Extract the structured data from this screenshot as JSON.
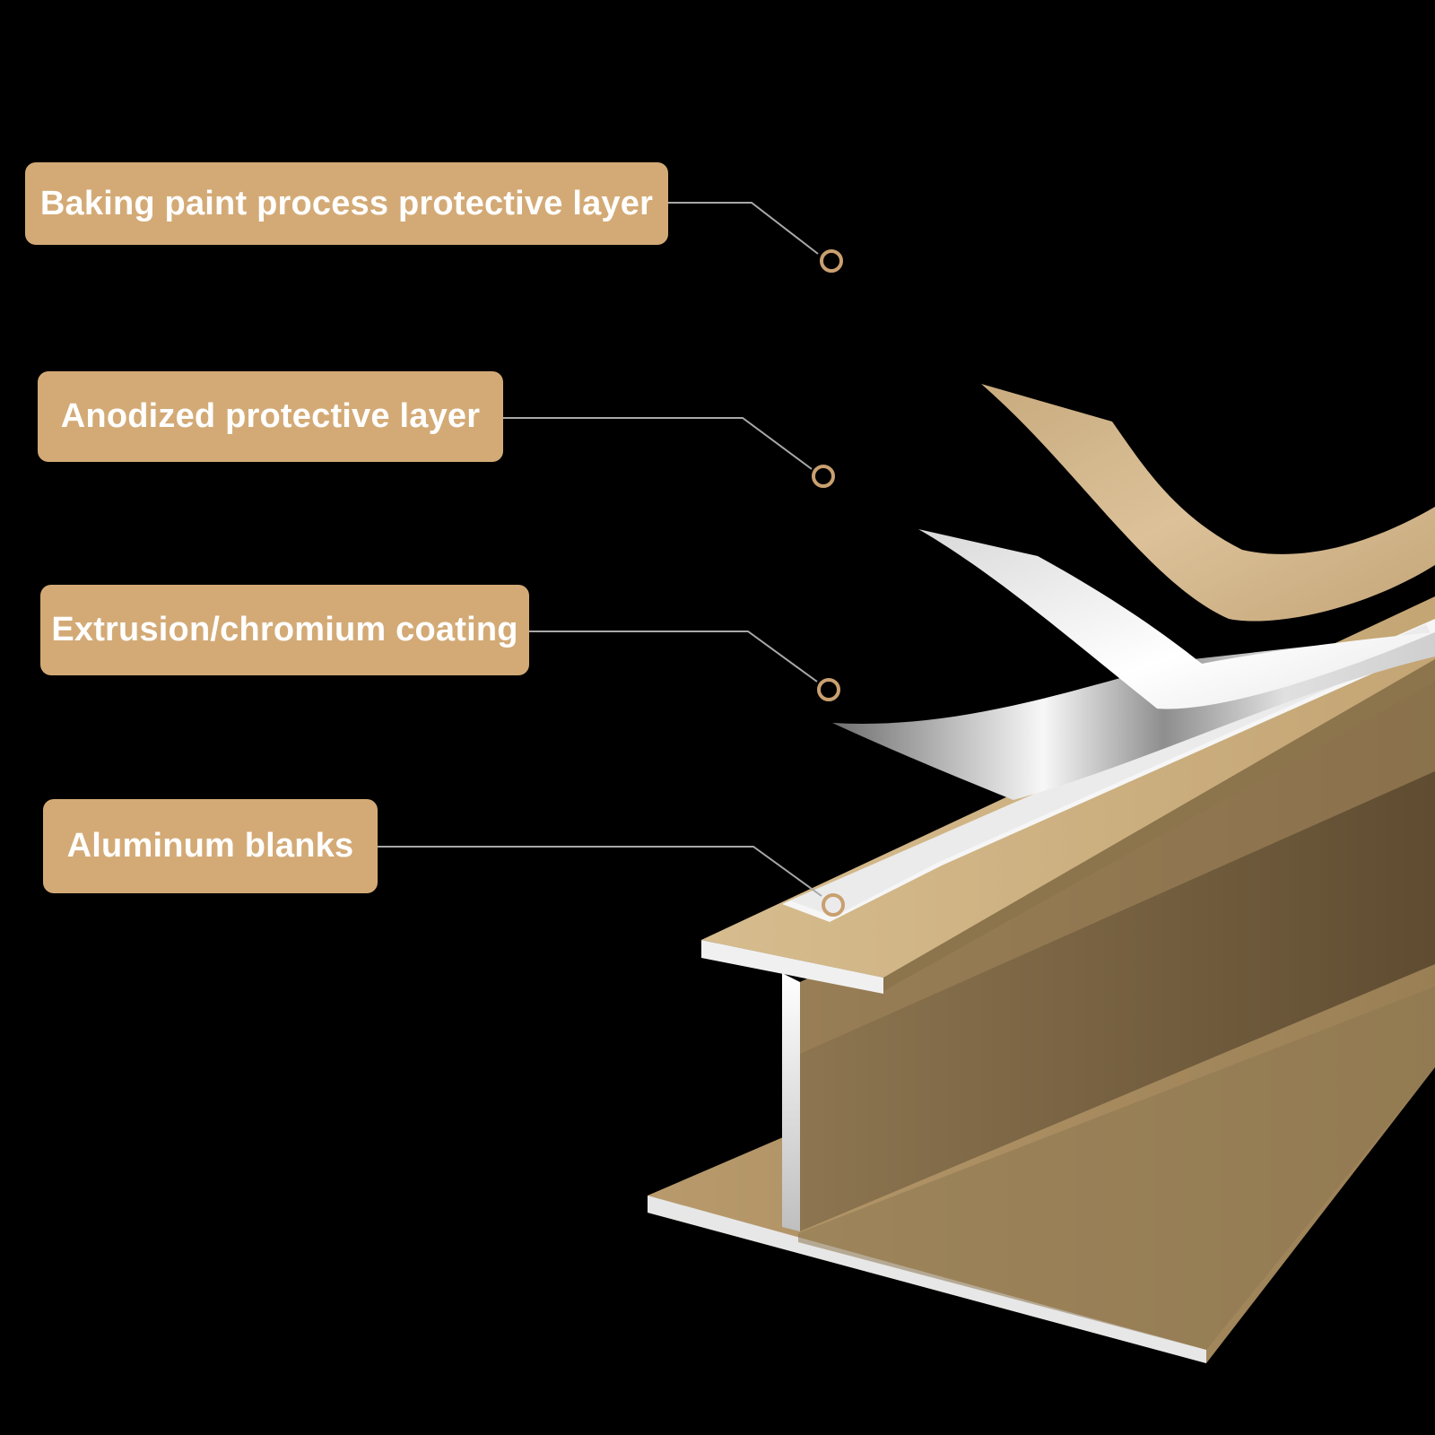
{
  "colors": {
    "background": "#000000",
    "label_fill": "#d3aa76",
    "label_text": "#ffffff",
    "leader_line": "#a8a8a8",
    "marker_ring": "#c9a070",
    "gold_light": "#c9ad7d",
    "gold_mid": "#a78a5c",
    "gold_dark": "#6f5a3a",
    "silver_light": "#f4f4f4",
    "silver_dark": "#7b7b7b"
  },
  "callouts": [
    {
      "text": "Baking paint process protective layer",
      "marker_icon": "ring-marker-icon"
    },
    {
      "text": "Anodized protective layer",
      "marker_icon": "ring-marker-icon"
    },
    {
      "text": "Extrusion/chromium coating",
      "marker_icon": "ring-marker-icon"
    },
    {
      "text": "Aluminum blanks",
      "marker_icon": "ring-marker-icon"
    }
  ],
  "illustration": {
    "subject_icon": "aluminum-profile-exploded-icon"
  }
}
